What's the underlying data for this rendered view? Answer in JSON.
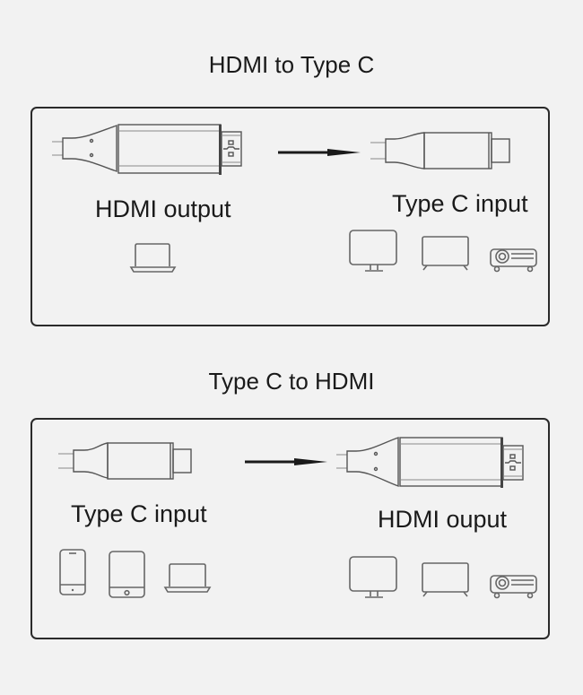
{
  "sections": [
    {
      "title": "HDMI to Type C",
      "source_label": "HDMI output",
      "target_label": "Type C input",
      "source_connector": "hdmi-connector-icon",
      "target_connector": "usb-c-connector-icon",
      "source_devices": [
        "laptop-icon"
      ],
      "target_devices": [
        "monitor-icon",
        "tv-icon",
        "projector-icon"
      ]
    },
    {
      "title": "Type C to HDMI",
      "source_label": "Type C input",
      "target_label": "HDMI ouput",
      "source_connector": "usb-c-connector-icon",
      "target_connector": "hdmi-connector-icon",
      "source_devices": [
        "phone-icon",
        "tablet-icon",
        "laptop-icon"
      ],
      "target_devices": [
        "monitor-icon",
        "tv-icon",
        "projector-icon"
      ]
    }
  ],
  "colors": {
    "background": "#f2f2f2",
    "border": "#2a2a2a",
    "text": "#1a1a1a",
    "icon_stroke": "#666666"
  }
}
